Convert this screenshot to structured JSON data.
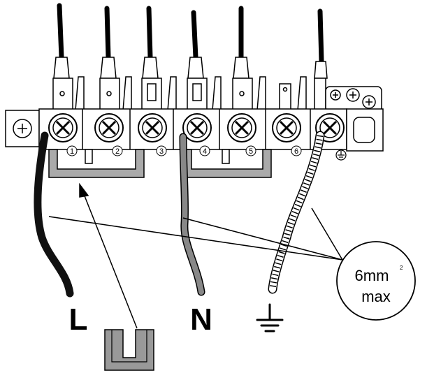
{
  "terminals": [
    {
      "number": "1"
    },
    {
      "number": "2"
    },
    {
      "number": "3"
    },
    {
      "number": "4"
    },
    {
      "number": "5"
    },
    {
      "number": "6"
    }
  ],
  "labels": {
    "live": "L",
    "neutral": "N"
  },
  "callout": {
    "size": "6mm",
    "superscript": "2",
    "qualifier": "max"
  },
  "colors": {
    "line": "#000000",
    "bridge": "#aaaaaa",
    "neutral_wire": "#888888",
    "live_wire": "#111111",
    "bracket": "#999999"
  },
  "icons": [
    "earth-symbol-icon",
    "screw-icon",
    "bridge-link-icon"
  ]
}
